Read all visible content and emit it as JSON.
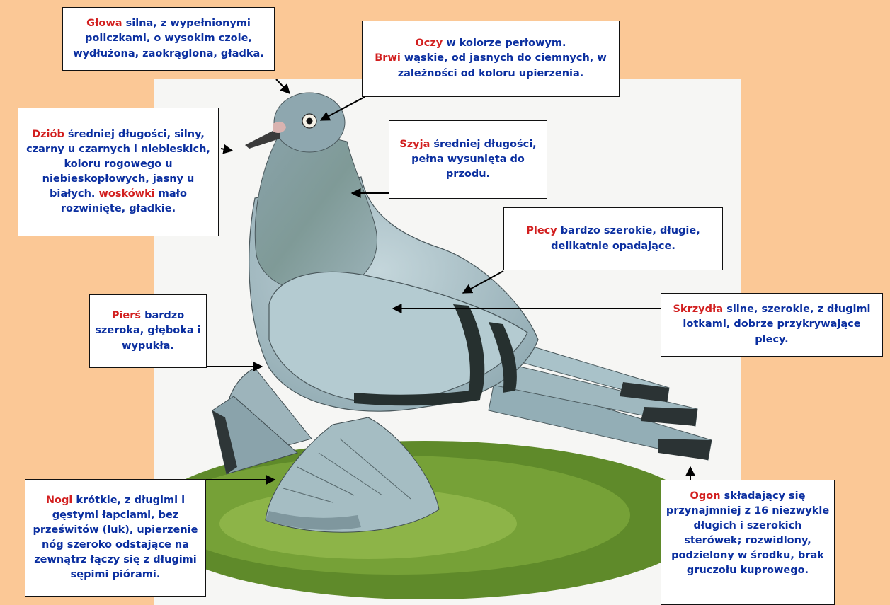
{
  "callouts": {
    "glowa": {
      "keyword": "Głowa",
      "text": " silna, z wypełnionymi policzkami, o wysokim czole, wydłużona, zaokrąglona, gładka."
    },
    "oczy": {
      "keyword": "Oczy",
      "text": " w kolorze perłowym.",
      "keyword2": "Brwi",
      "text2": " wąskie, od jasnych do ciemnych, w zależności od koloru upierzenia."
    },
    "dziob": {
      "keyword": "Dziób",
      "text": " średniej długości, silny, czarny u czarnych i niebieskich, koloru rogowego u niebieskopłowych, jasny u białych. ",
      "keyword2": "woskówki",
      "text2": " mało rozwinięte, gładkie."
    },
    "szyja": {
      "keyword": "Szyja",
      "text": " średniej długości, pełna wysunięta do przodu."
    },
    "plecy": {
      "keyword": "Plecy",
      "text": " bardzo szerokie, długie, delikatnie opadające."
    },
    "piers": {
      "keyword": "Pierś",
      "text": " bardzo szeroka, głęboka i wypukła."
    },
    "skrzydla": {
      "keyword": "Skrzydła",
      "text": " silne, szerokie, z długimi lotkami, dobrze przykrywające plecy."
    },
    "nogi": {
      "keyword": "Nogi",
      "text": " krótkie, z długimi i gęstymi łapciami, bez prześwitów (luk), upierzenie nóg szeroko odstające na zewnątrz łączy się z długimi sępimi piórami."
    },
    "ogon": {
      "keyword": "Ogon",
      "text": " składający się przynajmniej z 16 niezwykle długich i szerokich sterówek; rozwidlony, podzielony w środku, brak gruczołu kuprowego."
    }
  },
  "colors": {
    "background": "#fbc896",
    "panel": "#f6f6f4",
    "keyword": "#d21f1f",
    "text": "#0b2fa0",
    "plumage": "#a9c2c9",
    "bars": "#26302f",
    "grass": "#5f8a2a"
  },
  "illustration": {
    "subject": "pigeon-illustration",
    "icon": "pigeon-icon"
  }
}
